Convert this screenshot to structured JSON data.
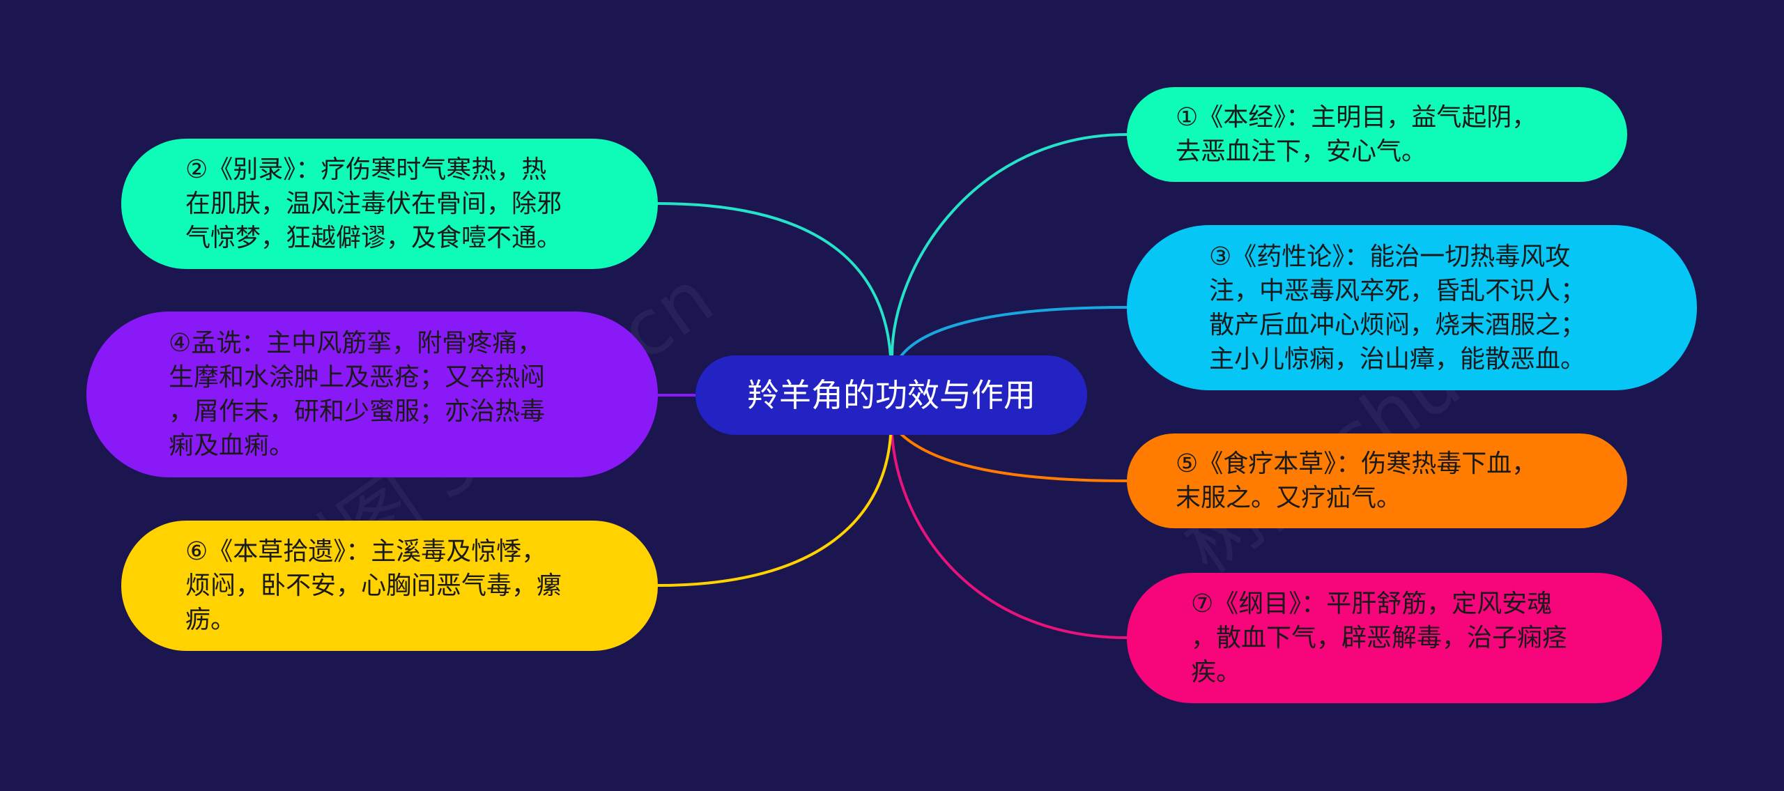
{
  "center": {
    "label": "羚羊角的功效与作用",
    "color": "#2323c4"
  },
  "branches": [
    {
      "id": "n1",
      "text": "①《本经》：主明目，益气起阴，\n去恶血注下，安心气。",
      "color": "#0efcb8",
      "line_color": "#25e3c8",
      "side": "right"
    },
    {
      "id": "n3",
      "text": "③《药性论》：能治一切热毒风攻\n注，中恶毒风卒死，昏乱不识人；\n散产后血冲心烦闷，烧末酒服之；\n主小儿惊痫，治山瘴，能散恶血。",
      "color": "#06c6f5",
      "line_color": "#1aa7e0",
      "side": "right"
    },
    {
      "id": "n5",
      "text": "⑤《食疗本草》：伤寒热毒下血，\n末服之。又疗疝气。",
      "color": "#ff7c00",
      "line_color": "#ff7c00",
      "side": "right"
    },
    {
      "id": "n7",
      "text": "⑦《纲目》：平肝舒筋，定风安魂\n，散血下气，辟恶解毒，治子痫痉\n疾。",
      "color": "#f6067a",
      "line_color": "#e8137c",
      "side": "right"
    },
    {
      "id": "n2",
      "text": "②《别录》：疗伤寒时气寒热，热\n在肌肤，温风注毒伏在骨间，除邪\n气惊梦，狂越僻谬，及食噎不通。",
      "color": "#0efcb8",
      "line_color": "#25e3c8",
      "side": "left"
    },
    {
      "id": "n4",
      "text": "④孟诜：主中风筋挛，附骨疼痛，\n生摩和水涂肿上及恶疮；又卒热闷\n，屑作末，研和少蜜服；亦治热毒\n痢及血痢。",
      "color": "#8a19f8",
      "line_color": "#8a19f8",
      "side": "left"
    },
    {
      "id": "n6",
      "text": "⑥《本草拾遗》：主溪毒及惊悸，\n烦闷，卧不安，心胸间恶气毒，瘰\n疬。",
      "color": "#ffd200",
      "line_color": "#ffd200",
      "side": "left"
    }
  ],
  "watermark": "树图 shutu.cn"
}
